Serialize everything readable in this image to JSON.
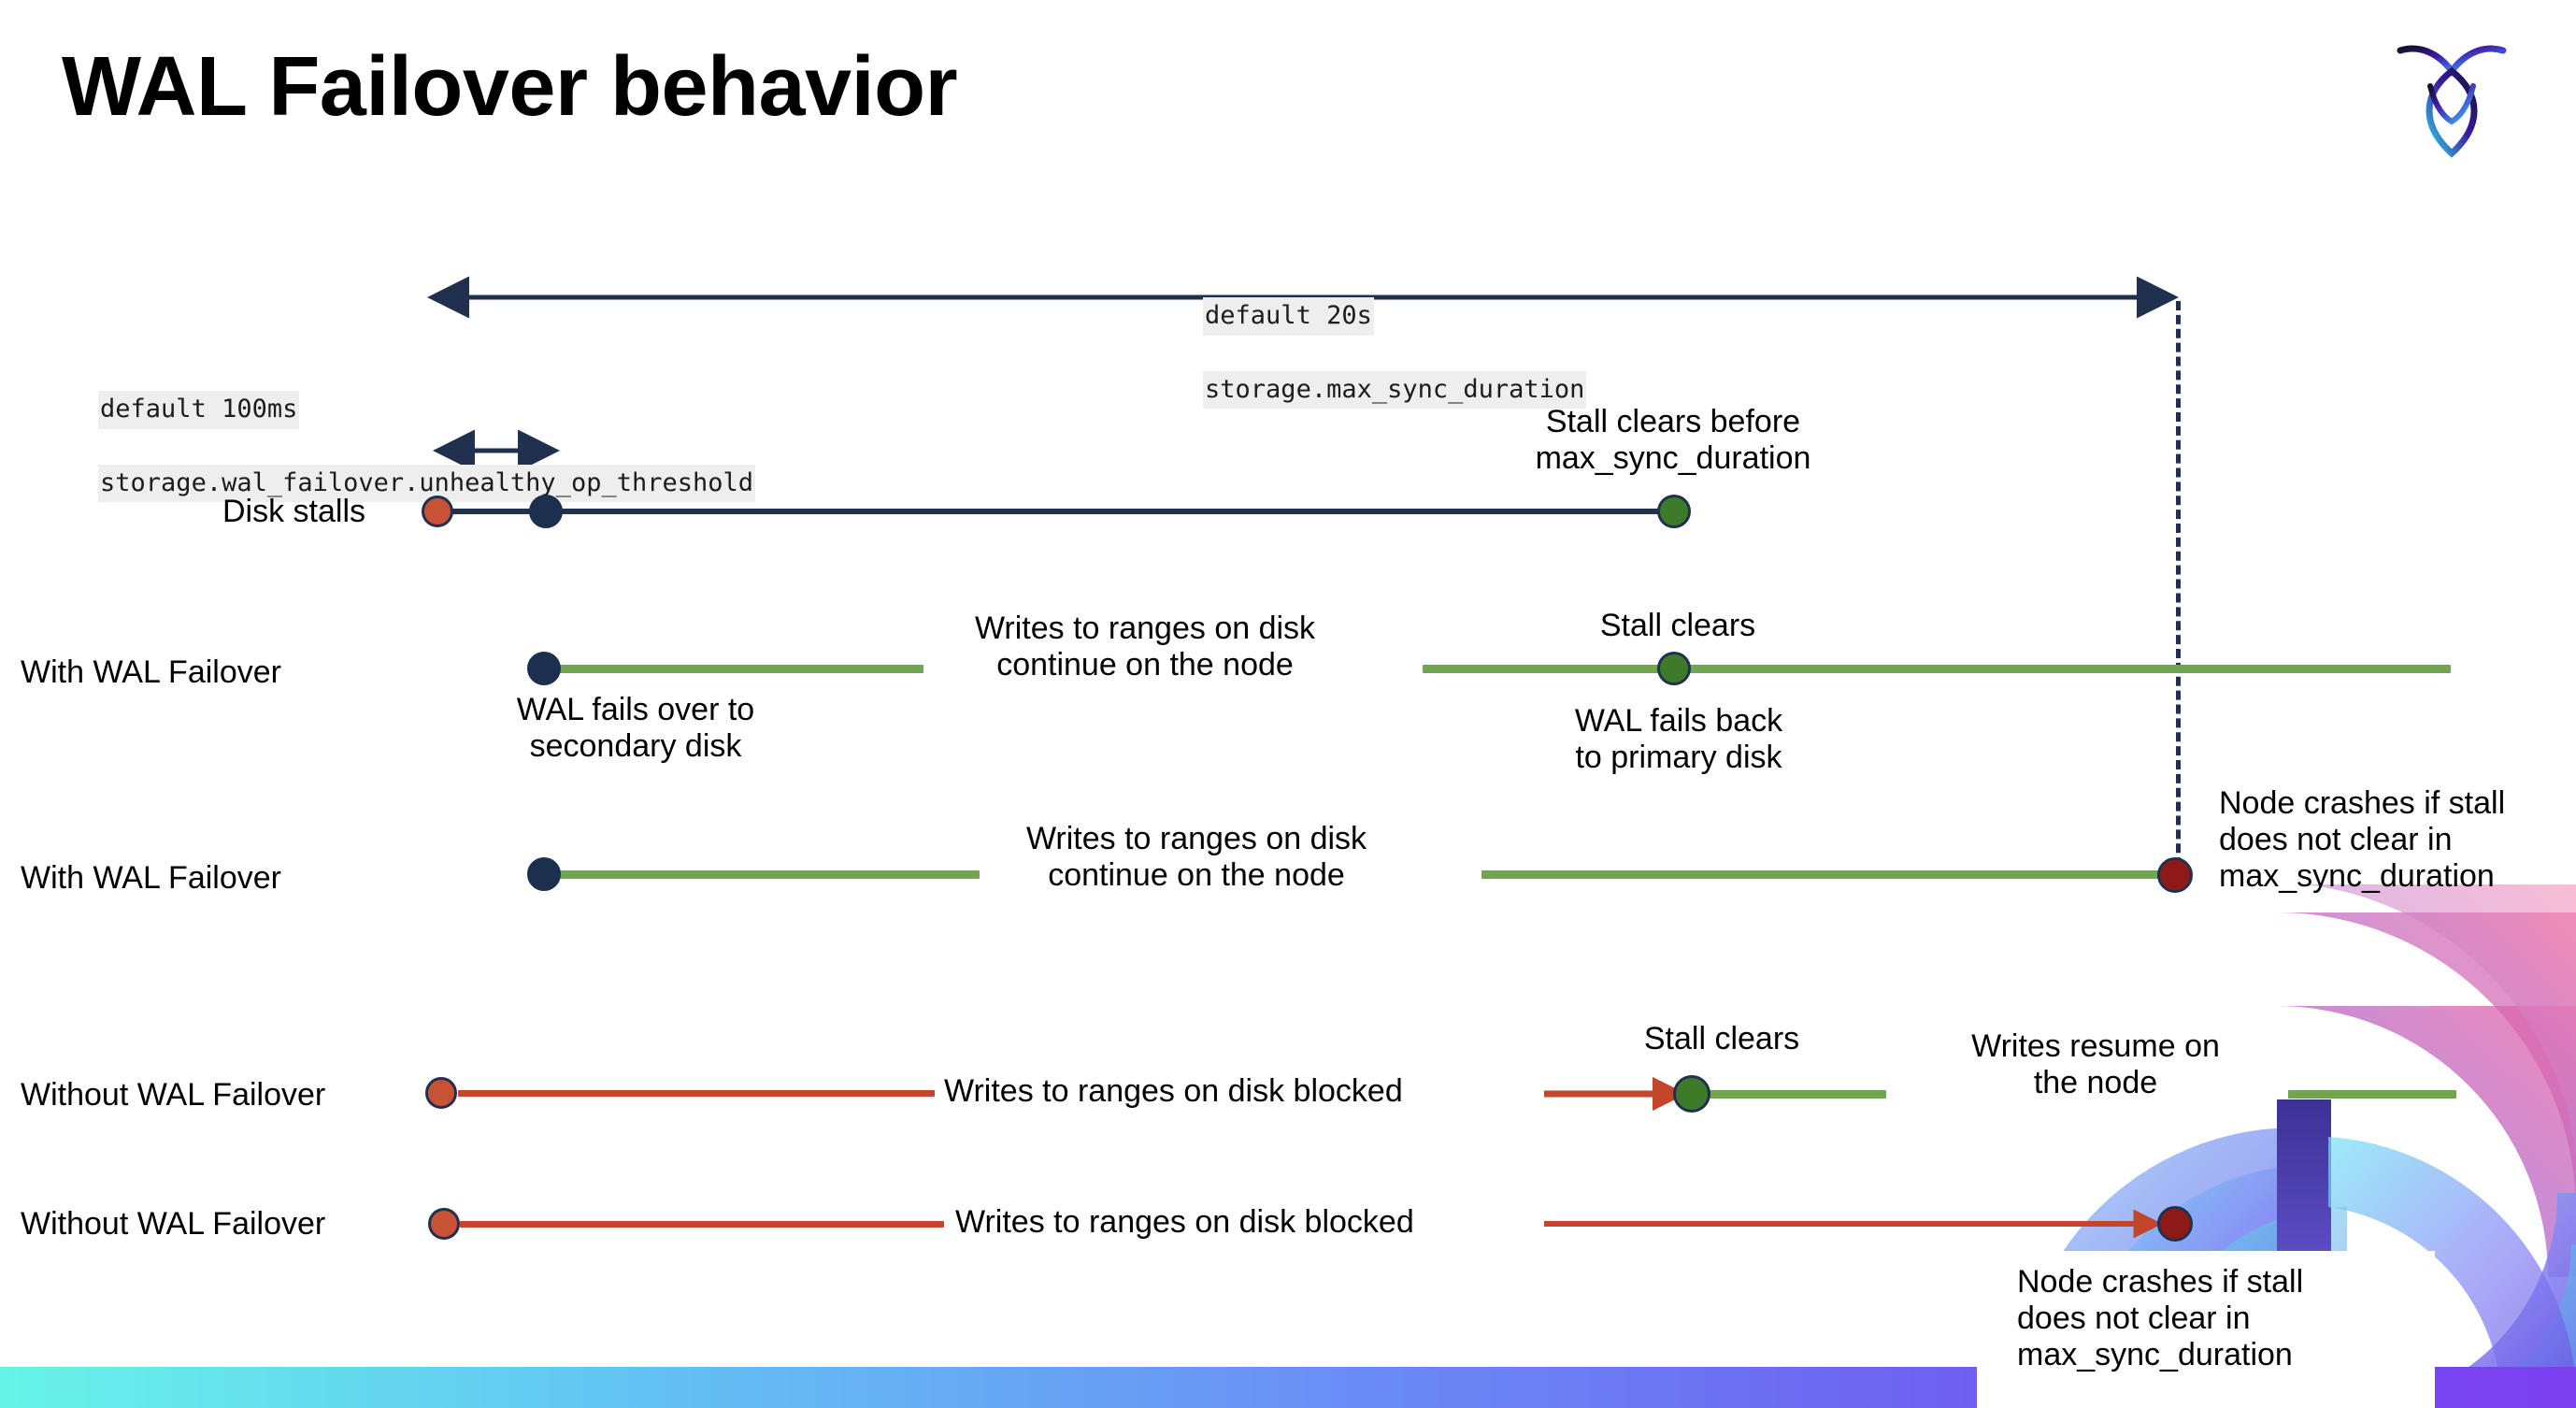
{
  "slide": {
    "title": "WAL Failover behavior",
    "logo_name": "cockroachdb-logo"
  },
  "settings": {
    "max_sync_duration": {
      "default_line": "default 20s",
      "setting_line": "storage.max_sync_duration"
    },
    "unhealthy_op_threshold": {
      "default_line": "default 100ms",
      "setting_line": "storage.wal_failover.unhealthy_op_threshold"
    }
  },
  "lanes": [
    {
      "id": "disk-stalls",
      "label": "Disk stalls"
    },
    {
      "id": "with-wal-failover-1",
      "label": "With WAL Failover"
    },
    {
      "id": "with-wal-failover-2",
      "label": "With WAL Failover"
    },
    {
      "id": "without-wal-failover-1",
      "label": "Without WAL Failover"
    },
    {
      "id": "without-wal-failover-2",
      "label": "Without WAL Failover"
    }
  ],
  "annotations": {
    "stall_clears_before": "Stall clears before\nmax_sync_duration",
    "stall_clears_1": "Stall clears",
    "stall_clears_2": "Stall clears",
    "wal_fails_over": "WAL fails over to\nsecondary disk",
    "wal_fails_back": "WAL fails  back\nto primary disk",
    "writes_continue_1": "Writes to ranges on disk\ncontinue on the node",
    "writes_continue_2": "Writes to ranges on disk\ncontinue on the node",
    "node_crashes_1": "Node crashes if stall\ndoes not clear in\nmax_sync_duration",
    "node_crashes_2": "Node crashes if stall\ndoes not clear in\nmax_sync_duration",
    "writes_blocked_1": "Writes to ranges on disk  blocked",
    "writes_blocked_2": "Writes to ranges on disk  blocked",
    "writes_resume": "Writes resume on\nthe node"
  },
  "colors": {
    "navy": "#21304f",
    "green_line": "#72a552",
    "red_line": "#c1462a",
    "dot_red": "#c75236",
    "dot_green": "#3d7a2a",
    "dot_dark_red": "#8d1a16",
    "dot_navy": "#1d2f4e",
    "code_chip_bg": "#eeeeee",
    "bar_gradient_start": "#67f4e8",
    "bar_gradient_end": "#7b3ff0"
  }
}
